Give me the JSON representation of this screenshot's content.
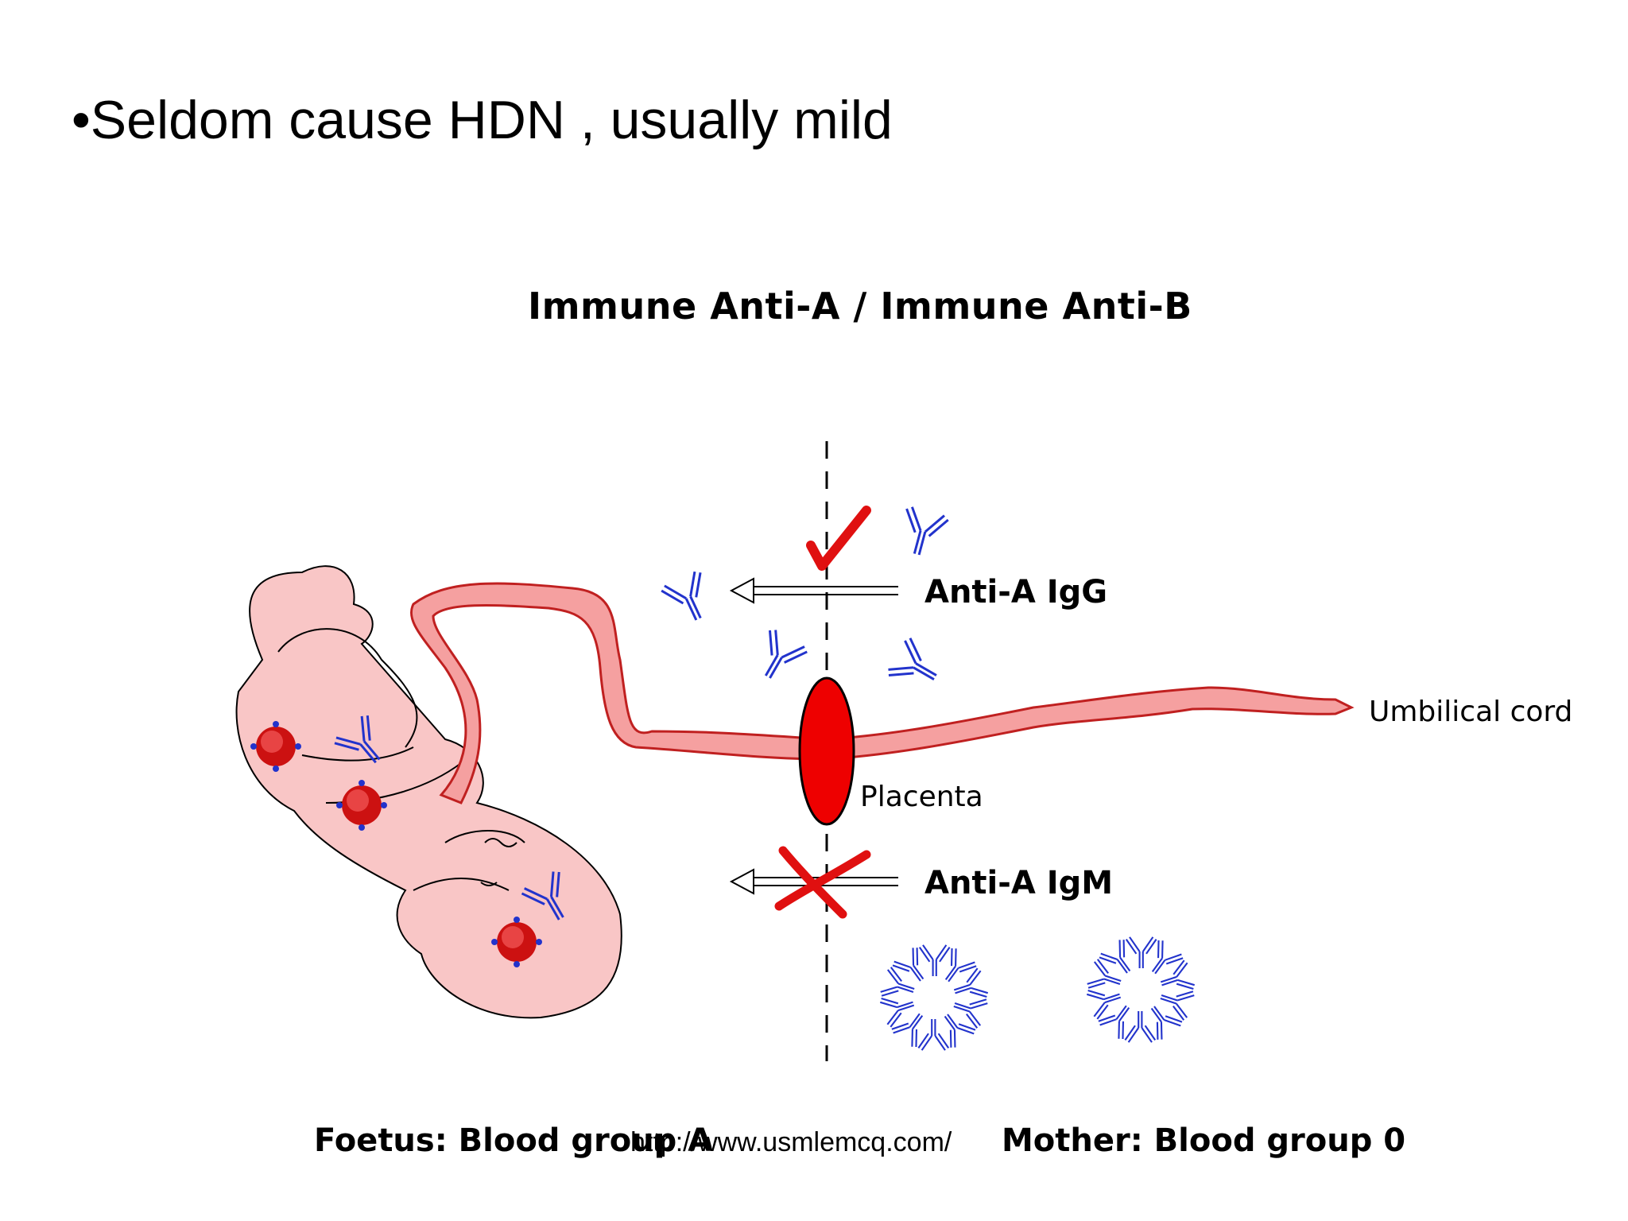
{
  "slide": {
    "bullet_text": "•Seldom cause HDN , usually mild",
    "source_url": "http://www.usmlemcq.com/"
  },
  "diagram": {
    "title": "Immune Anti-A / Immune Anti-B",
    "labels": {
      "igg": "Anti-A   IgG",
      "igm": "Anti-A  IgM",
      "umbilical_cord": "Umbilical cord",
      "placenta": "Placenta",
      "foetus": "Foetus: Blood group A",
      "mother": "Mother: Blood group 0"
    },
    "icons": {
      "igg_crosses": "check-mark-icon",
      "igm_blocked": "cross-mark-icon",
      "antibody": "antibody-icon",
      "pentamer": "igm-pentamer-icon",
      "red_cell": "red-blood-cell-icon"
    },
    "colors": {
      "antibody": "#2233cc",
      "cord_fill": "#f5a0a0",
      "cord_stroke": "#c02020",
      "placenta": "#ee0000",
      "mark_red": "#e01010",
      "foetus_fill": "#f9c6c6",
      "cell_red": "#cc1111"
    }
  }
}
